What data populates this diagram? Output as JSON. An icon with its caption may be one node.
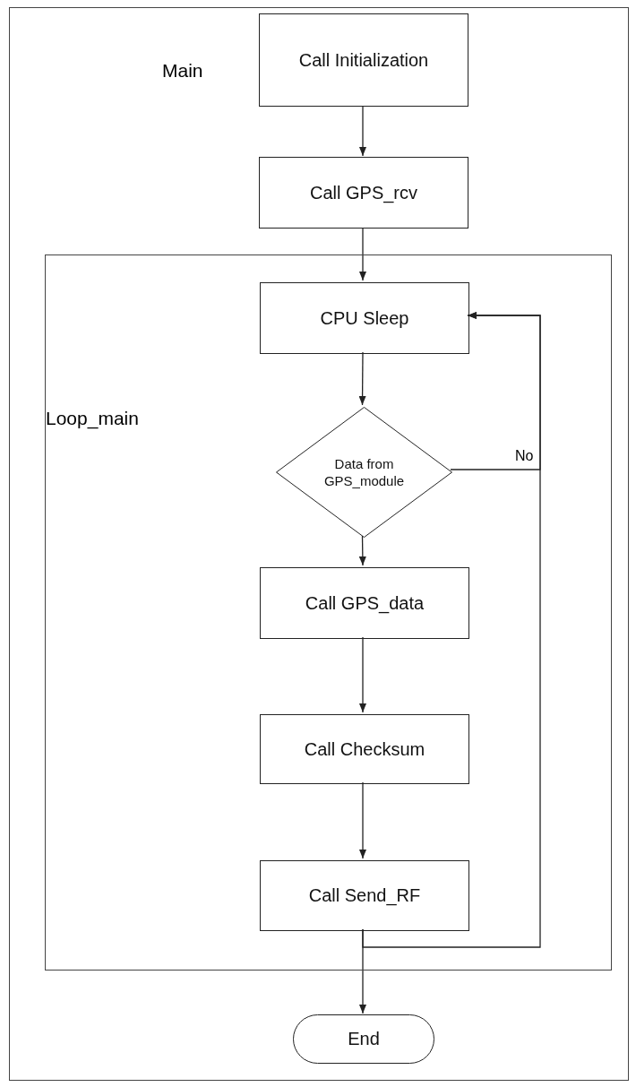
{
  "diagram": {
    "nodes": [
      {
        "text": [
          "Main"
        ]
      },
      {
        "text": [
          "Call Initialization"
        ],
        "in": 0
      },
      {
        "text": [
          "Call GPS_rcv"
        ],
        "in": 0
      },
      {
        "text": [
          "Loop_main"
        ],
        "in": 0
      },
      {
        "text": [
          "CPU Sleep"
        ],
        "in": 3
      },
      {
        "text": [
          "Data from GPS_module"
        ],
        "in": 3
      },
      {
        "text": [
          "Call GPS_data"
        ],
        "in": 3
      },
      {
        "text": [
          "Call Checksum"
        ],
        "in": 3
      },
      {
        "text": [
          "Call Send_RF"
        ],
        "in": 3
      },
      {
        "text": [
          "End"
        ],
        "in": 0
      }
    ],
    "edges": [
      {
        "from": 1,
        "to": 2,
        "arrow": "to"
      },
      {
        "from": 2,
        "to": 4,
        "arrow": "to"
      },
      {
        "from": 4,
        "to": 5,
        "arrow": "to"
      },
      {
        "from": 5,
        "to": 6,
        "arrow": "to"
      },
      {
        "from": 6,
        "to": 7,
        "arrow": "to"
      },
      {
        "from": 7,
        "to": 8,
        "arrow": "to"
      },
      {
        "from": 5,
        "to": 4,
        "arrow": "to",
        "label": "No"
      },
      {
        "from": 8,
        "to": 4,
        "arrow": "to"
      },
      {
        "from": 8,
        "to": 9,
        "arrow": "to"
      }
    ]
  }
}
